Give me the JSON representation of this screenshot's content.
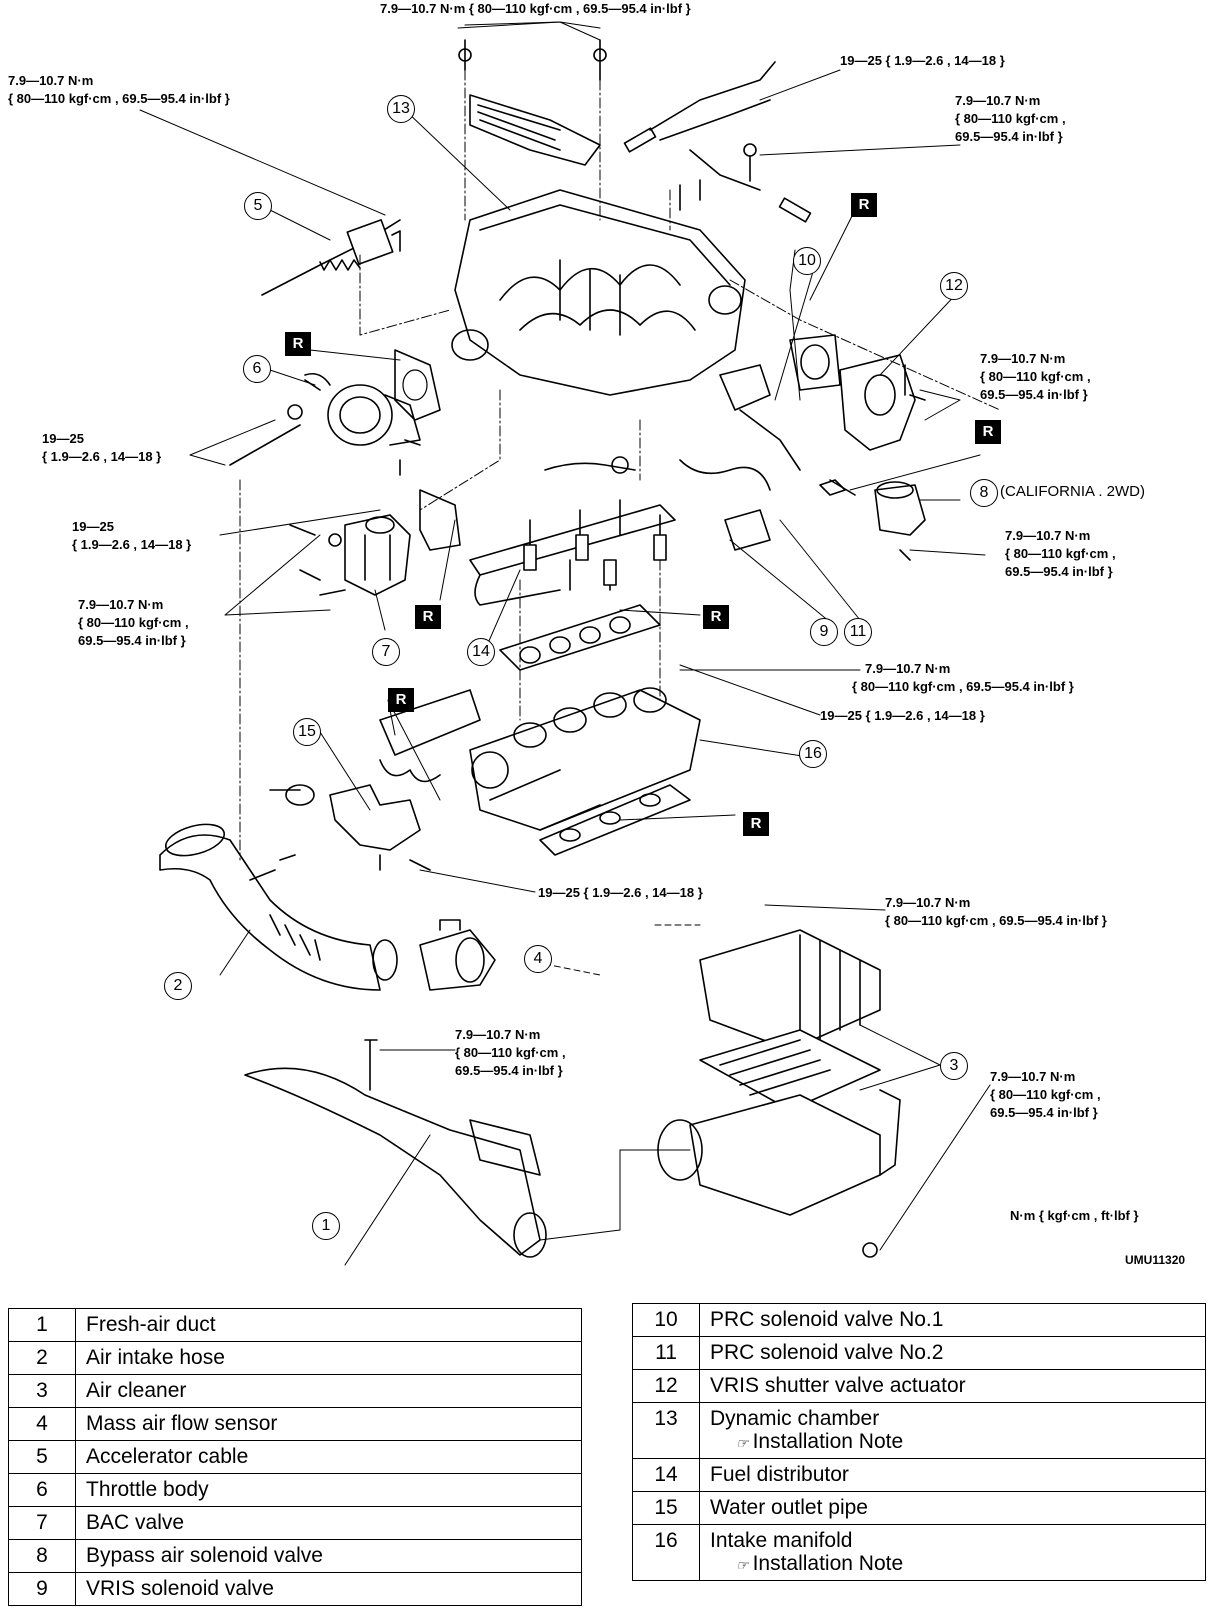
{
  "torque_labels": {
    "top": "7.9—10.7 N·m { 80—110 kgf·cm , 69.5—95.4 in·lbf }",
    "upper_left_a": "7.9—10.7 N·m",
    "upper_left_b": "{ 80—110 kgf·cm , 69.5—95.4 in·lbf }",
    "upper_right_small": "19—25 { 1.9—2.6 , 14—18 }",
    "right_a": "7.9—10.7 N·m",
    "right_b": "{ 80—110 kgf·cm ,",
    "right_c": "69.5—95.4 in·lbf }",
    "actuator_a": "7.9—10.7 N·m",
    "actuator_b": "{ 80—110 kgf·cm ,",
    "actuator_c": "69.5—95.4 in·lbf }",
    "throttle_a": "19—25",
    "throttle_b": "{ 1.9—2.6 , 14—18 }",
    "bac_upper_a": "19—25",
    "bac_upper_b": "{ 1.9—2.6 , 14—18 }",
    "bac_lower_a": "7.9—10.7 N·m",
    "bac_lower_b": "{ 80—110 kgf·cm ,",
    "bac_lower_c": "69.5—95.4 in·lbf }",
    "bypass_a": "7.9—10.7 N·m",
    "bypass_b": "{ 80—110 kgf·cm ,",
    "bypass_c": "69.5—95.4 in·lbf }",
    "prc_a": "7.9—10.7 N·m",
    "prc_b": "{ 80—110 kgf·cm , 69.5—95.4 in·lbf }",
    "manifold": "19—25 { 1.9—2.6 , 14—18 }",
    "water_pipe": "19—25 { 1.9—2.6 , 14—18 }",
    "cleaner_top_a": "7.9—10.7 N·m",
    "cleaner_top_b": "{ 80—110 kgf·cm , 69.5—95.4 in·lbf }",
    "duct_a": "7.9—10.7 N·m",
    "duct_b": "{ 80—110 kgf·cm ,",
    "duct_c": "69.5—95.4 in·lbf }",
    "cleaner_right_a": "7.9—10.7 N·m",
    "cleaner_right_b": "{ 80—110 kgf·cm ,",
    "cleaner_right_c": "69.5—95.4 in·lbf }",
    "units": "N·m { kgf·cm , ft·lbf }",
    "figure_id": "UMU11320"
  },
  "california_note": "(CALIFORNIA . 2WD)",
  "replace_mark": "R",
  "callouts": {
    "c1": "1",
    "c2": "2",
    "c3": "3",
    "c4": "4",
    "c5": "5",
    "c6": "6",
    "c7": "7",
    "c8": "8",
    "c9": "9",
    "c10": "10",
    "c11": "11",
    "c12": "12",
    "c13": "13",
    "c14": "14",
    "c15": "15",
    "c16": "16"
  },
  "legend_left": [
    {
      "num": "1",
      "name": "Fresh-air duct"
    },
    {
      "num": "2",
      "name": "Air intake hose"
    },
    {
      "num": "3",
      "name": "Air cleaner"
    },
    {
      "num": "4",
      "name": "Mass air flow sensor"
    },
    {
      "num": "5",
      "name": "Accelerator cable"
    },
    {
      "num": "6",
      "name": "Throttle body"
    },
    {
      "num": "7",
      "name": "BAC valve"
    },
    {
      "num": "8",
      "name": "Bypass air solenoid valve"
    },
    {
      "num": "9",
      "name": "VRIS solenoid valve"
    }
  ],
  "legend_right": [
    {
      "num": "10",
      "name": "PRC solenoid valve No.1"
    },
    {
      "num": "11",
      "name": "PRC solenoid valve No.2"
    },
    {
      "num": "12",
      "name": "VRIS shutter valve actuator"
    },
    {
      "num": "13",
      "name": "Dynamic chamber",
      "note": "Installation Note"
    },
    {
      "num": "14",
      "name": "Fuel distributor"
    },
    {
      "num": "15",
      "name": "Water outlet pipe"
    },
    {
      "num": "16",
      "name": "Intake manifold",
      "note": "Installation Note"
    }
  ]
}
